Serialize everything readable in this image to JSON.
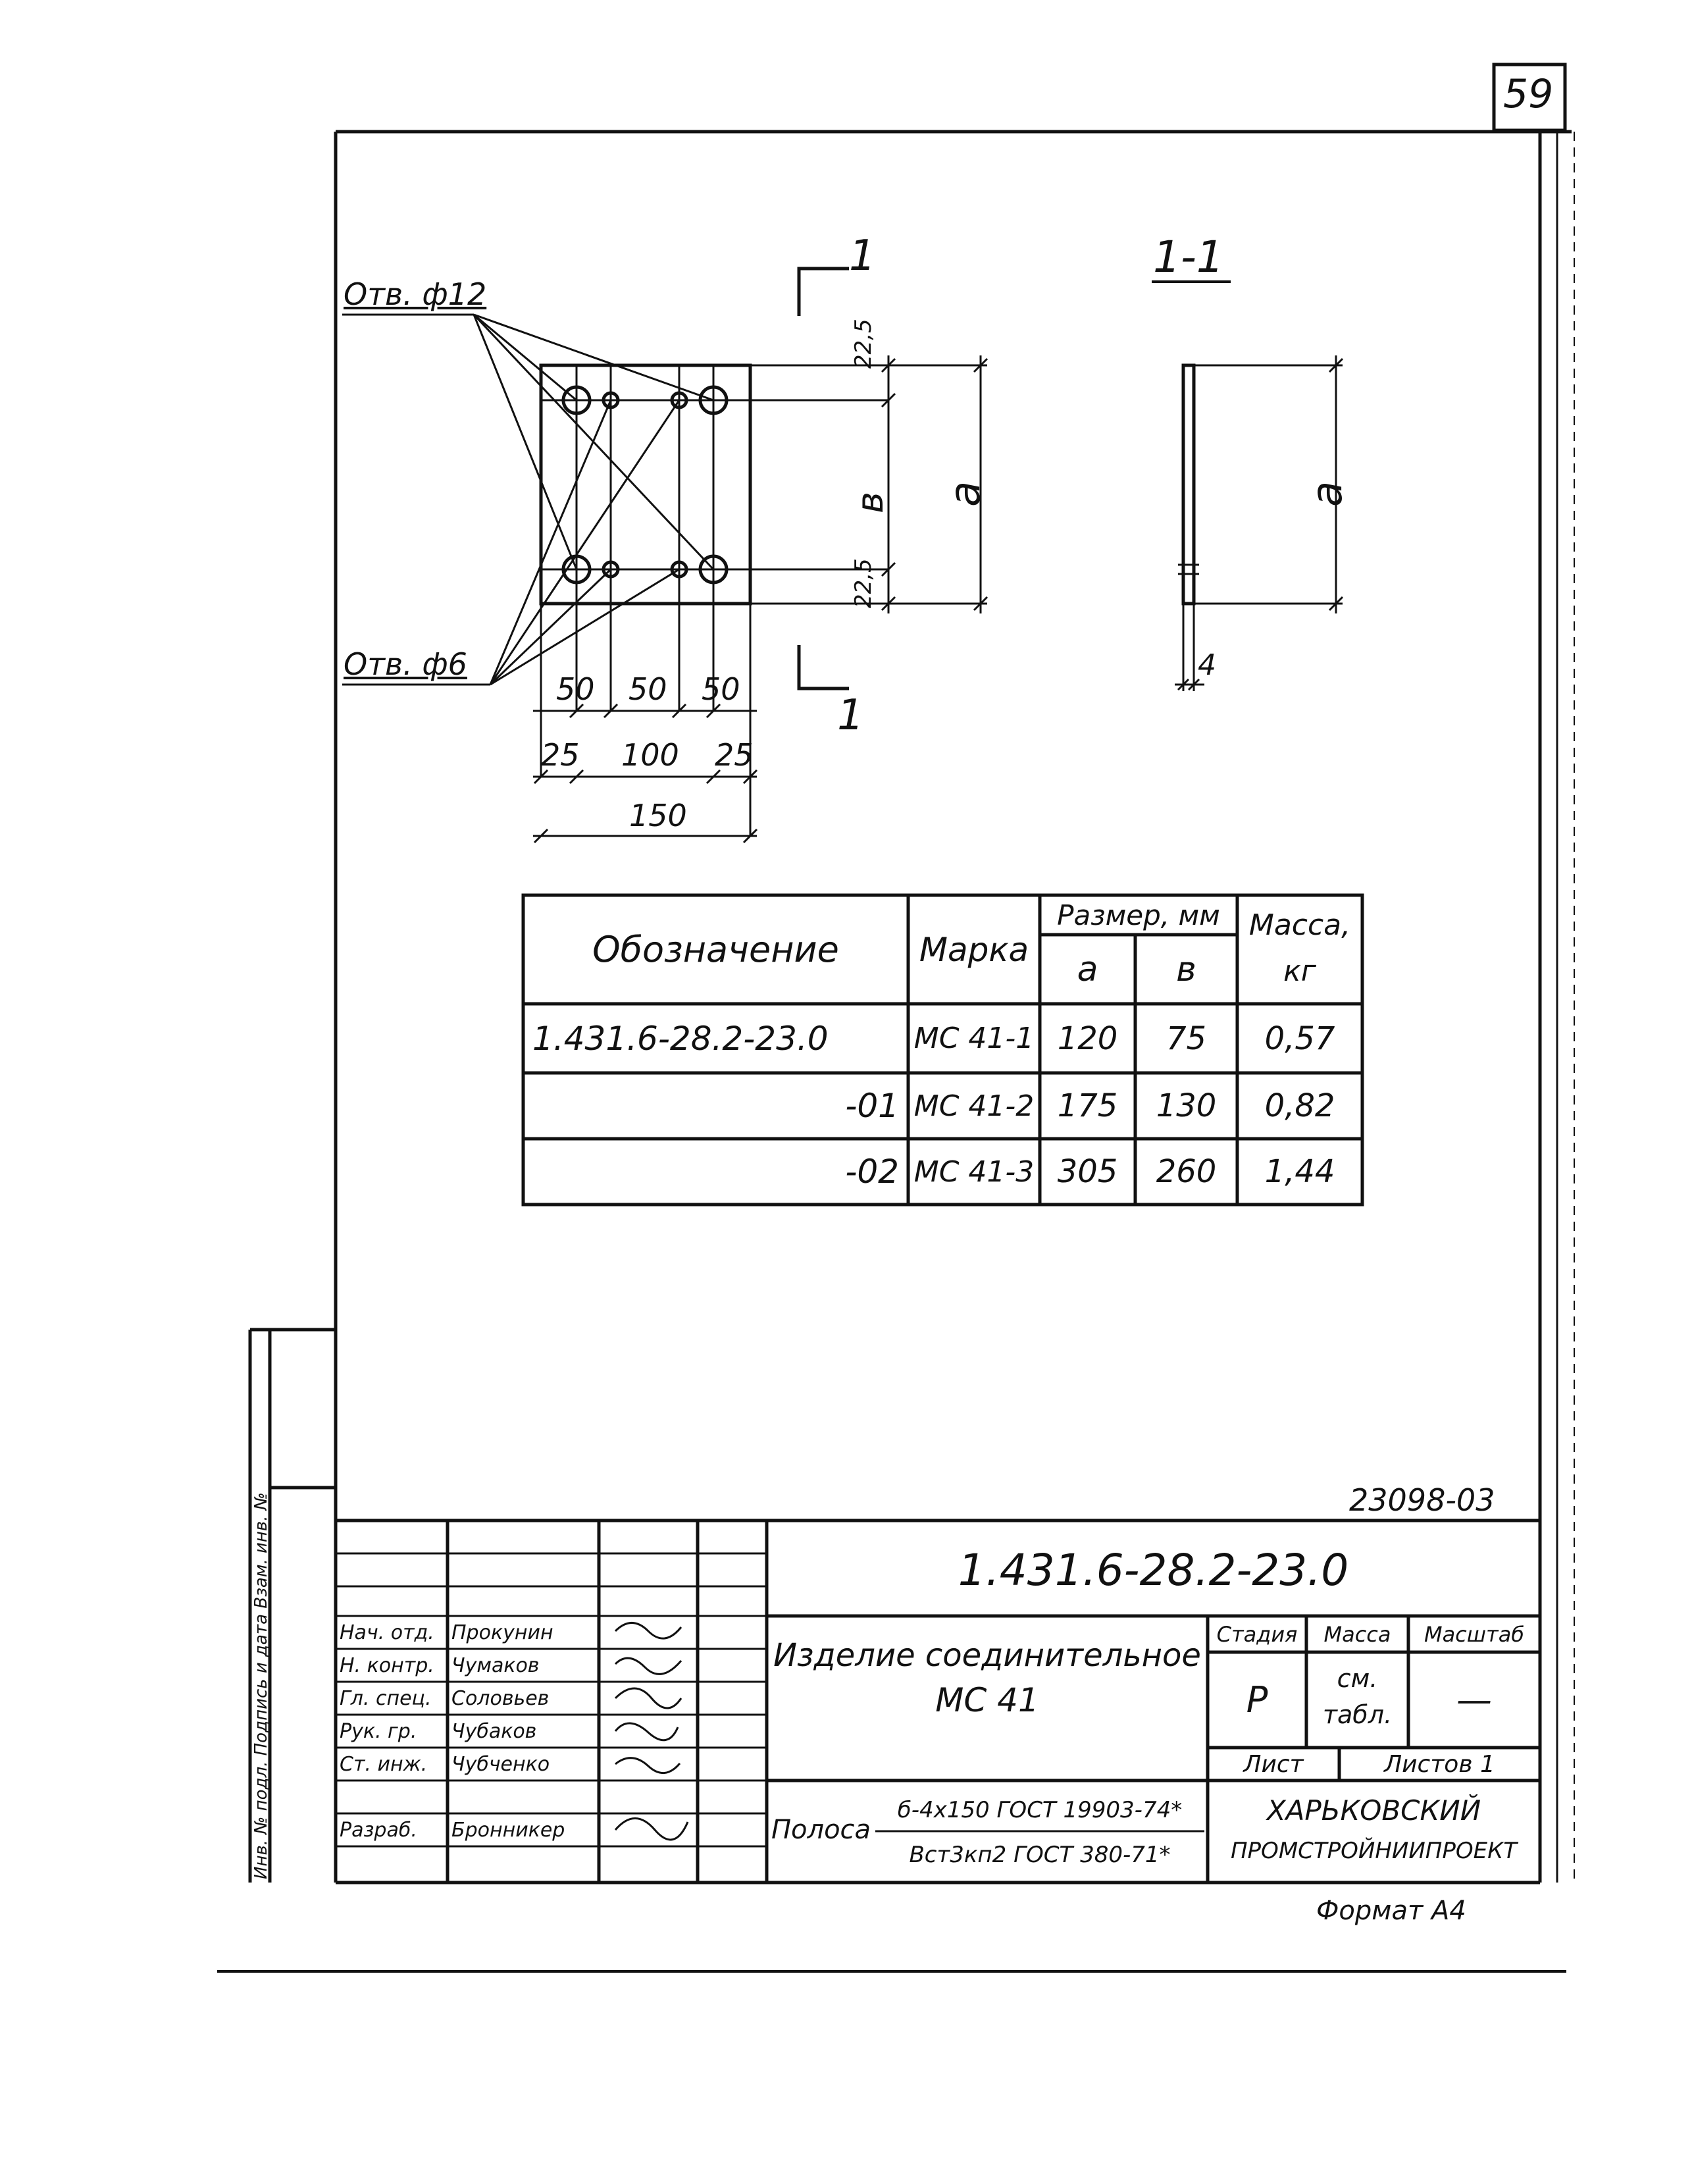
{
  "sheet_number": "59",
  "callouts": {
    "hole_12": "Отв. ф12",
    "hole_6": "Отв. ф6"
  },
  "section": {
    "marker": "1",
    "title": "1-1"
  },
  "dims": {
    "d22_5": "22,5",
    "b": "в",
    "a": "а",
    "d50": "50",
    "d25": "25",
    "d100": "100",
    "d150": "150",
    "d4": "4"
  },
  "table": {
    "headers": {
      "designation": "Обозначение",
      "mark": "Марка",
      "size": "Размер, мм",
      "a": "а",
      "b": "в",
      "mass": "Масса,",
      "mass_unit": "кг"
    },
    "rows": [
      {
        "designation": "1.431.6-28.2-23.0",
        "mark": "МС 41-1",
        "a": "120",
        "b": "75",
        "mass": "0,57"
      },
      {
        "designation": "-01",
        "mark": "МС 41-2",
        "a": "175",
        "b": "130",
        "mass": "0,82"
      },
      {
        "designation": "-02",
        "mark": "МС 41-3",
        "a": "305",
        "b": "260",
        "mass": "1,44"
      }
    ]
  },
  "title_block": {
    "archive_no": "23098-03",
    "code": "1.431.6-28.2-23.0",
    "name_line1": "Изделие  соединительное",
    "name_line2": "МС 41",
    "stage_label": "Стадия",
    "mass_label": "Масса",
    "scale_label": "Масштаб",
    "stage": "Р",
    "mass_val1": "см.",
    "mass_val2": "табл.",
    "scale": "—",
    "sheet_label": "Лист",
    "sheets_label": "Листов 1",
    "material_label": "Полоса",
    "material_top": "б-4х150 ГОСТ 19903-74*",
    "material_bottom": "Вст3кп2 ГОСТ 380-71*",
    "org_line1": "ХАРЬКОВСКИЙ",
    "org_line2": "ПРОМСТРОЙНИИПРОЕКТ",
    "format": "Формат  А4",
    "signers": [
      {
        "role": "Нач. отд.",
        "name": "Прокунин"
      },
      {
        "role": "Н. контр.",
        "name": "Чумаков"
      },
      {
        "role": "Гл. спец.",
        "name": "Соловьев"
      },
      {
        "role": "Рук. гр.",
        "name": "Чубаков"
      },
      {
        "role": "Ст. инж.",
        "name": "Чубченко"
      },
      {
        "role": "Разраб.",
        "name": "Бронникер"
      }
    ],
    "side_stamp": "Инв. № подл.   Подпись и дата   Взам. инв. №"
  }
}
